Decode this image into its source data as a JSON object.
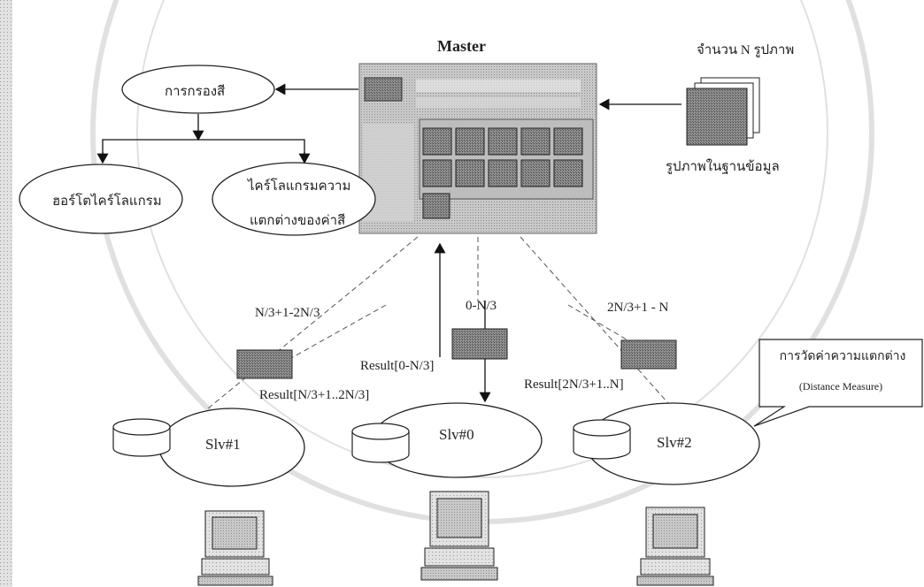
{
  "master": {
    "title": "Master"
  },
  "database": {
    "count_label": "จำนวน N รูปภาพ",
    "images_label": "รูปภาพในฐานข้อมูล"
  },
  "color_filter": {
    "label": "การกรองสี",
    "histogram_label": "ฮอร์โตไคร์โลแกรม",
    "histogram_diff_line1": "ไคร์โลแกรมความ",
    "histogram_diff_line2": "แตกต่างของค่าสี"
  },
  "split": {
    "left": "N/3+1-2N/3",
    "middle": "0-N/3",
    "right": "2N/3+1 - N"
  },
  "results": {
    "left": "Result[N/3+1..2N/3]",
    "middle": "Result[0-N/3]",
    "right": "Result[2N/3+1..N]"
  },
  "slaves": [
    {
      "label": "Slv#1"
    },
    {
      "label": "Slv#0"
    },
    {
      "label": "Slv#2"
    }
  ],
  "callout": {
    "line1": "การวัดค่าความแตกต่าง",
    "line2": "(Distance Measure)"
  }
}
